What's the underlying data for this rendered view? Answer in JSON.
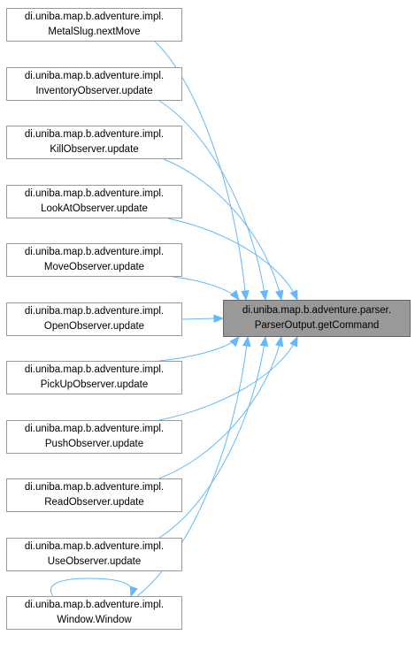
{
  "edge_color": "#63b8ff",
  "caller_nodes": [
    {
      "line1": "di.uniba.map.b.adventure.impl.",
      "line2": "MetalSlug.nextMove"
    },
    {
      "line1": "di.uniba.map.b.adventure.impl.",
      "line2": "InventoryObserver.update"
    },
    {
      "line1": "di.uniba.map.b.adventure.impl.",
      "line2": "KillObserver.update"
    },
    {
      "line1": "di.uniba.map.b.adventure.impl.",
      "line2": "LookAtObserver.update"
    },
    {
      "line1": "di.uniba.map.b.adventure.impl.",
      "line2": "MoveObserver.update"
    },
    {
      "line1": "di.uniba.map.b.adventure.impl.",
      "line2": "OpenObserver.update"
    },
    {
      "line1": "di.uniba.map.b.adventure.impl.",
      "line2": "PickUpObserver.update"
    },
    {
      "line1": "di.uniba.map.b.adventure.impl.",
      "line2": "PushObserver.update"
    },
    {
      "line1": "di.uniba.map.b.adventure.impl.",
      "line2": "ReadObserver.update"
    },
    {
      "line1": "di.uniba.map.b.adventure.impl.",
      "line2": "UseObserver.update"
    },
    {
      "line1": "di.uniba.map.b.adventure.impl.",
      "line2": "Window.Window"
    }
  ],
  "target_node": {
    "line1": "di.uniba.map.b.adventure.parser.",
    "line2": "ParserOutput.getCommand"
  }
}
